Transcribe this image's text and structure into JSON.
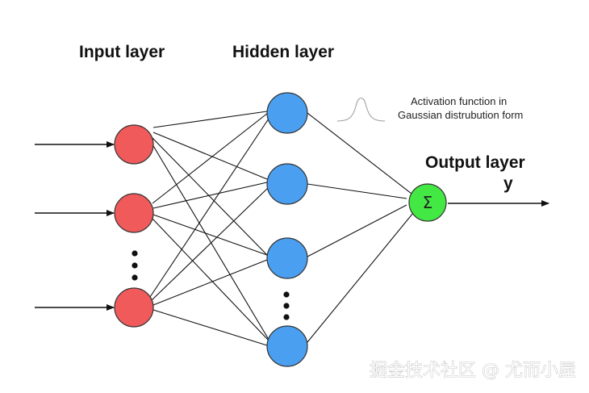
{
  "labels": {
    "input_layer": "Input layer",
    "hidden_layer": "Hidden layer",
    "output_layer": "Output layer",
    "output_symbol": "y",
    "activation_note_line1": "Activation function in",
    "activation_note_line2": "Gaussian distrubution form",
    "sum_symbol": "Σ",
    "watermark": "掘金技术社区 @ 尤而小屋"
  },
  "colors": {
    "input_node": "#f05a5a",
    "hidden_node": "#4a9ff0",
    "output_node": "#44e844",
    "node_stroke": "#333333"
  },
  "network": {
    "input_nodes": 3,
    "hidden_nodes": 4,
    "output_nodes": 1,
    "fully_connected": true,
    "ellipsis_after_input_node": 2,
    "ellipsis_after_hidden_node": 3
  }
}
